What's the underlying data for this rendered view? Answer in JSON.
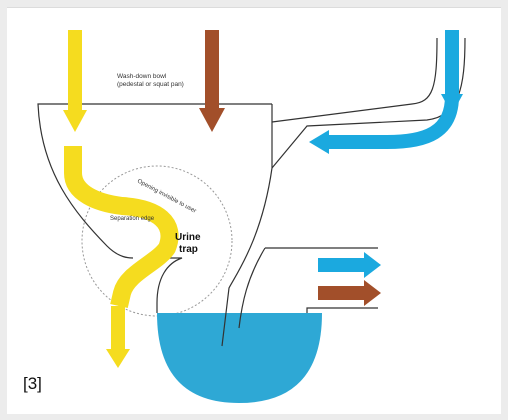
{
  "diagram": {
    "title": "Wash-down bowl",
    "subtitle": "(pedestal or squat pan)",
    "opening_label": "Opening invisible to user",
    "separation_label": "Separation edge",
    "trap_label_line1": "Urine",
    "trap_label_line2": "trap",
    "reference": "[3]"
  },
  "colors": {
    "urine": "#f5dc1f",
    "feces": "#a24f2a",
    "flush_water": "#1ba9df",
    "trap_water": "#2ea8d5",
    "outline": "#333333",
    "circle_dash": "#999999",
    "background": "#ececec",
    "panel": "#ffffff"
  },
  "icons": {
    "urine_arrow": "arrow-down-yellow",
    "feces_arrow": "arrow-down-brown",
    "flush_arrow": "arrow-curved-blue",
    "outlet_arrows": "arrow-right"
  }
}
